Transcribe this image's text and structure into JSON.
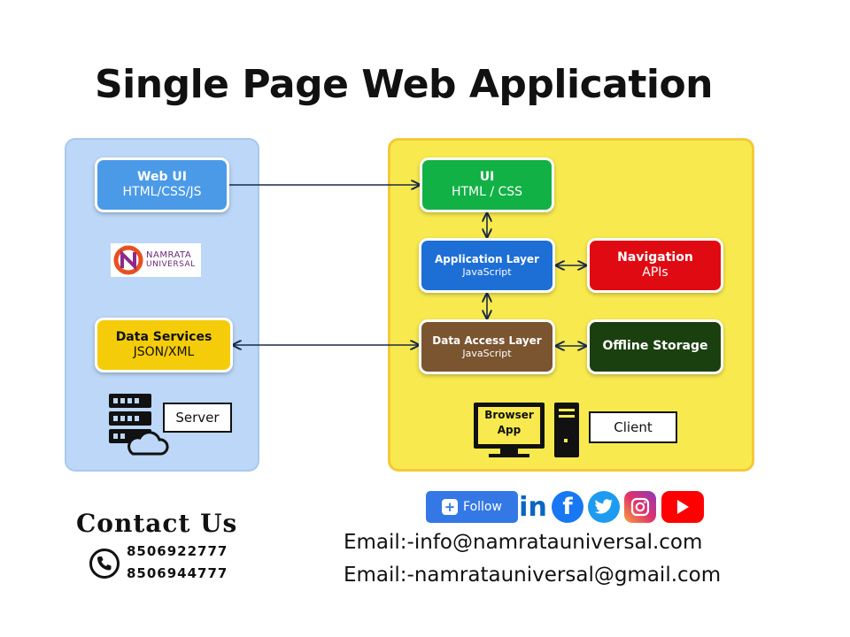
{
  "title": "Single Page Web Application",
  "server_side": {
    "web_ui": {
      "line1": "Web UI",
      "line2": "HTML/CSS/JS"
    },
    "data_services": {
      "line1": "Data Services",
      "line2": "JSON/XML"
    },
    "server_label": "Server"
  },
  "client_side": {
    "ui": {
      "line1": "UI",
      "line2": "HTML / CSS"
    },
    "application_layer": {
      "line1": "Application Layer",
      "line2": "JavaScript"
    },
    "navigation": {
      "line1": "Navigation",
      "line2": "APIs"
    },
    "data_access_layer": {
      "line1": "Data Access Layer",
      "line2": "JavaScript"
    },
    "offline_storage": {
      "line1": "Offline Storage"
    },
    "browser_app": {
      "line1": "Browser",
      "line2": "App"
    },
    "client_label": "Client"
  },
  "logo": {
    "line1": "NAMRATA",
    "line2": "UNIVERSAL"
  },
  "social": {
    "follow_label": "Follow",
    "icons": [
      "linkedin-icon",
      "facebook-icon",
      "twitter-icon",
      "instagram-icon",
      "youtube-icon"
    ]
  },
  "contact": {
    "title": "Contact Us",
    "phones": [
      "8506922777",
      "8506944777"
    ],
    "emails": [
      "Email:-info@namratauniversal.com",
      "Email:-namratauniversal@gmail.com"
    ]
  },
  "colors": {
    "server_panel": "#bcd7f7",
    "client_panel": "#f8ea4e",
    "web_ui": "#4a9ae8",
    "data_services": "#f5cc0a",
    "ui": "#11b145",
    "application_layer": "#1d6fd6",
    "navigation": "#e00b12",
    "data_access_layer": "#7a5530",
    "offline_storage": "#1b4010"
  }
}
